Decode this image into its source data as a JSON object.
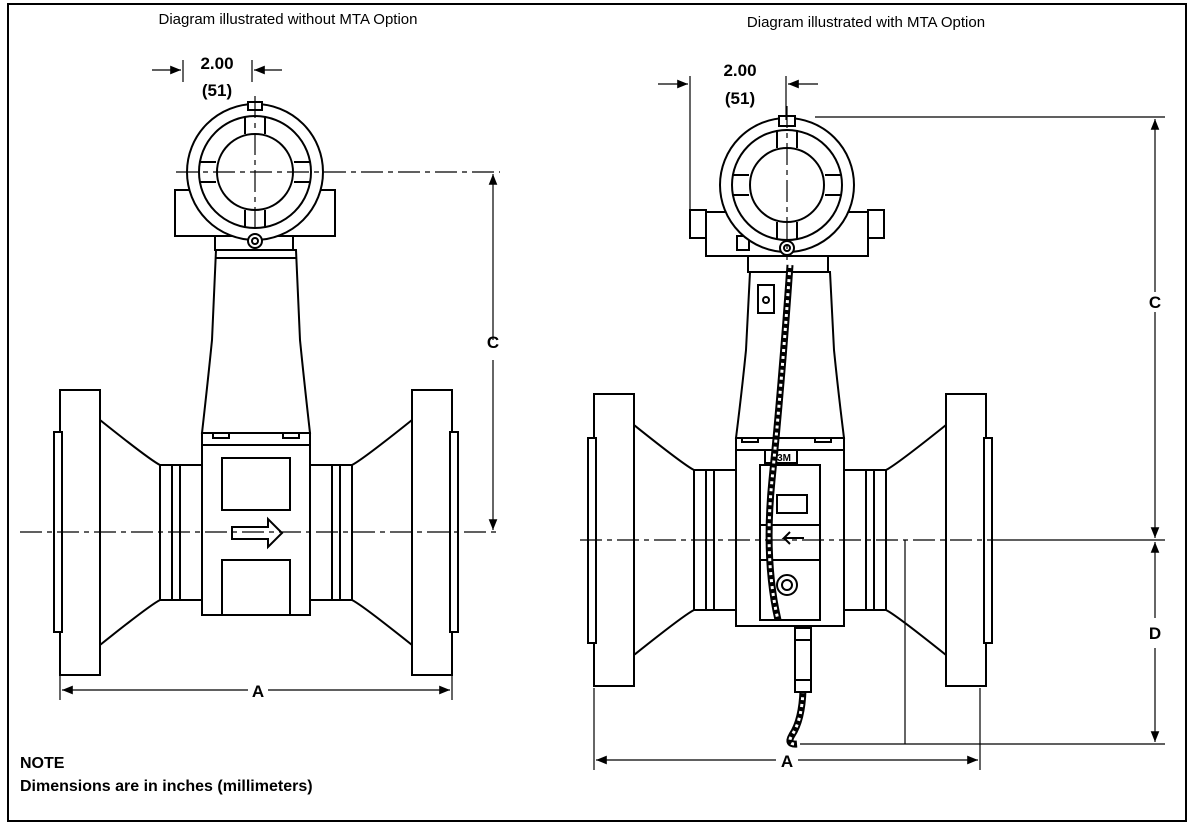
{
  "left_view": {
    "caption": "Diagram illustrated without MTA Option",
    "dim_top": "2.00",
    "dim_top_mm": "(51)",
    "dim_a": "A",
    "dim_c": "C"
  },
  "right_view": {
    "caption": "Diagram illustrated with MTA Option",
    "dim_top": "2.00",
    "dim_top_mm": "(51)",
    "dim_a": "A",
    "dim_c": "C",
    "dim_d": "D",
    "tag_label": "F3M"
  },
  "note": {
    "title": "NOTE",
    "text": "Dimensions are in inches (millimeters)"
  }
}
